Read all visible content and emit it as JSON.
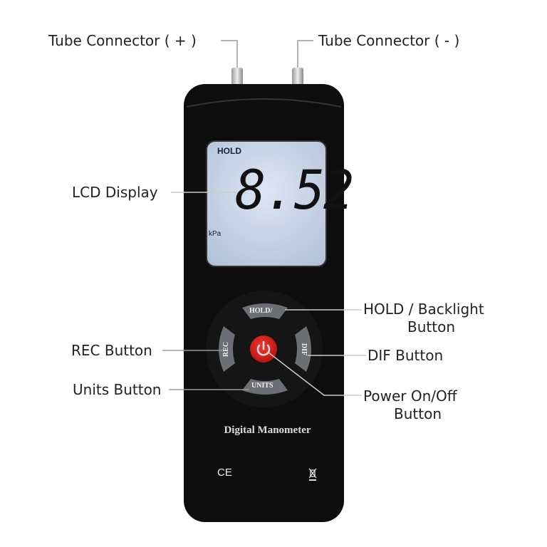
{
  "callouts": {
    "tube_plus": "Tube Connector ( + )",
    "tube_minus": "Tube Connector ( - )",
    "lcd": "LCD Display",
    "hold_line1": "HOLD / Backlight",
    "hold_line2": "Button",
    "rec": "REC Button",
    "dif": "DIF Button",
    "units": "Units Button",
    "power_line1": "Power On/Off",
    "power_line2": "Button"
  },
  "device": {
    "lcd": {
      "indicator": "HOLD",
      "reading": "8.52",
      "unit": "kPa"
    },
    "buttons": {
      "hold": "HOLD/",
      "rec": "REC",
      "dif": "DIF",
      "units": "UNITS"
    },
    "model_name": "Digital Manometer",
    "ce_mark": "CE",
    "colors": {
      "body": "#0d0d0d",
      "lcd": "#c9d6ea",
      "buttons": "#6b6e72",
      "power": "#e0241c"
    }
  }
}
